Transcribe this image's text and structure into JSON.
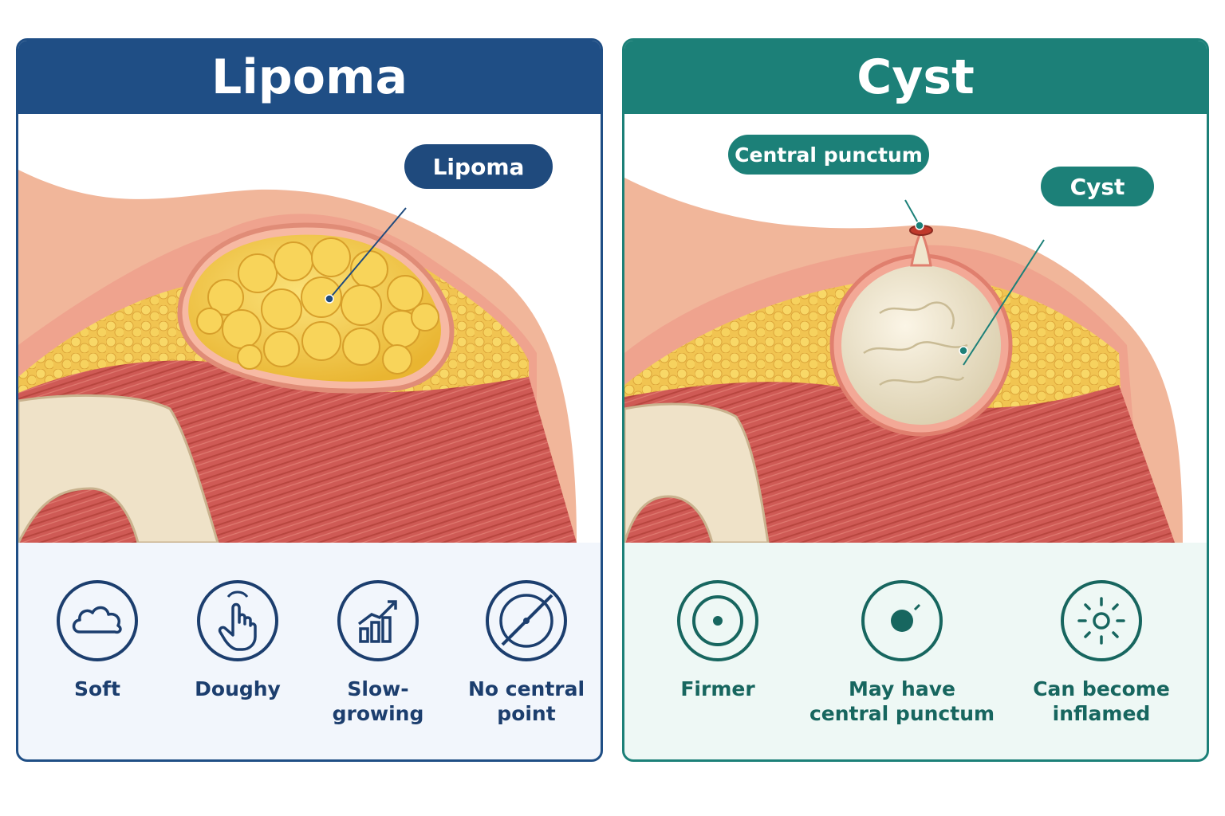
{
  "lipoma_panel": {
    "title": "Lipoma",
    "callout": "Lipoma",
    "accent": "#1f4e85",
    "features": [
      {
        "icon": "cloud-icon",
        "label": "Soft"
      },
      {
        "icon": "finger-press-icon",
        "label": "Doughy"
      },
      {
        "icon": "growth-chart-icon",
        "label": "Slow-\ngrowing"
      },
      {
        "icon": "crossed-circle-icon",
        "label": "No central\npoint"
      }
    ]
  },
  "cyst_panel": {
    "title": "Cyst",
    "callouts": {
      "punctum": "Central punctum",
      "cyst": "Cyst"
    },
    "accent": "#1c8078",
    "features": [
      {
        "icon": "target-dot-icon",
        "label": "Firmer"
      },
      {
        "icon": "punctum-dot-icon",
        "label": "May have\ncentral punctum"
      },
      {
        "icon": "inflamed-sun-icon",
        "label": "Can become\ninflamed"
      }
    ]
  }
}
